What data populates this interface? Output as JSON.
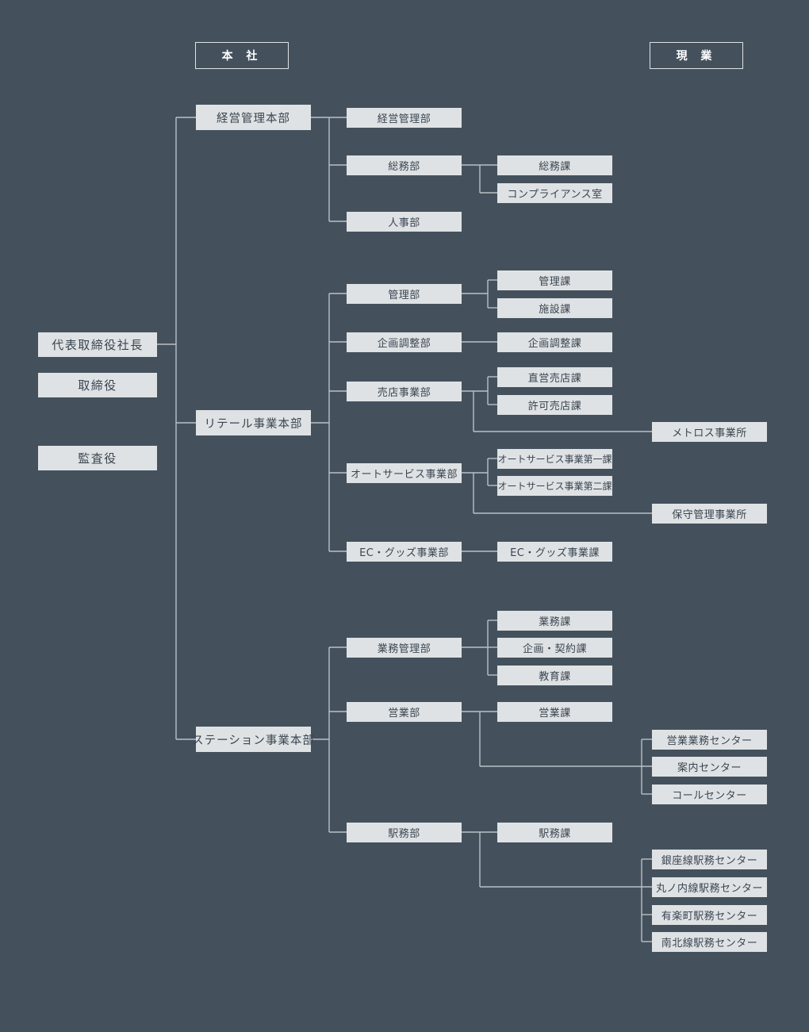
{
  "headers": {
    "head_office": "本 社",
    "field": "現 業"
  },
  "executives": {
    "president": "代表取締役社長",
    "director": "取締役",
    "auditor": "監査役"
  },
  "divisions": {
    "management": "経営管理本部",
    "retail": "リテール事業本部",
    "station": "ステーション事業本部"
  },
  "departments": {
    "mgmt_planning": "経営管理部",
    "general_affairs": "総務部",
    "hr": "人事部",
    "admin": "管理部",
    "planning_coord": "企画調整部",
    "kiosk_business": "売店事業部",
    "auto_service": "オートサービス事業部",
    "ec_goods": "EC・グッズ事業部",
    "business_mgmt": "業務管理部",
    "sales": "営業部",
    "station_affairs": "駅務部"
  },
  "sections": {
    "general_affairs_sec": "総務課",
    "compliance": "コンプライアンス室",
    "admin_sec": "管理課",
    "facilities": "施設課",
    "planning_coord_sec": "企画調整課",
    "direct_kiosk": "直営売店課",
    "licensed_kiosk": "許可売店課",
    "auto_service_1": "オートサービス事業第一課",
    "auto_service_2": "オートサービス事業第二課",
    "ec_goods_sec": "EC・グッズ事業課",
    "business_sec": "業務課",
    "planning_contract": "企画・契約課",
    "education": "教育課",
    "sales_sec": "営業課",
    "station_affairs_sec": "駅務課"
  },
  "field_units": {
    "metros_office": "メトロス事業所",
    "maintenance_office": "保守管理事業所",
    "sales_business_center": "営業業務センター",
    "info_center": "案内センター",
    "call_center": "コールセンター",
    "ginza_center": "銀座線駅務センター",
    "marunouchi_center": "丸ノ内線駅務センター",
    "yurakucho_center": "有楽町駅務センター",
    "namboku_center": "南北線駅務センター"
  },
  "colors": {
    "background": "#44515d",
    "box": "#dfe2e4",
    "line": "#b9c0c6",
    "text": "#3a4551"
  }
}
